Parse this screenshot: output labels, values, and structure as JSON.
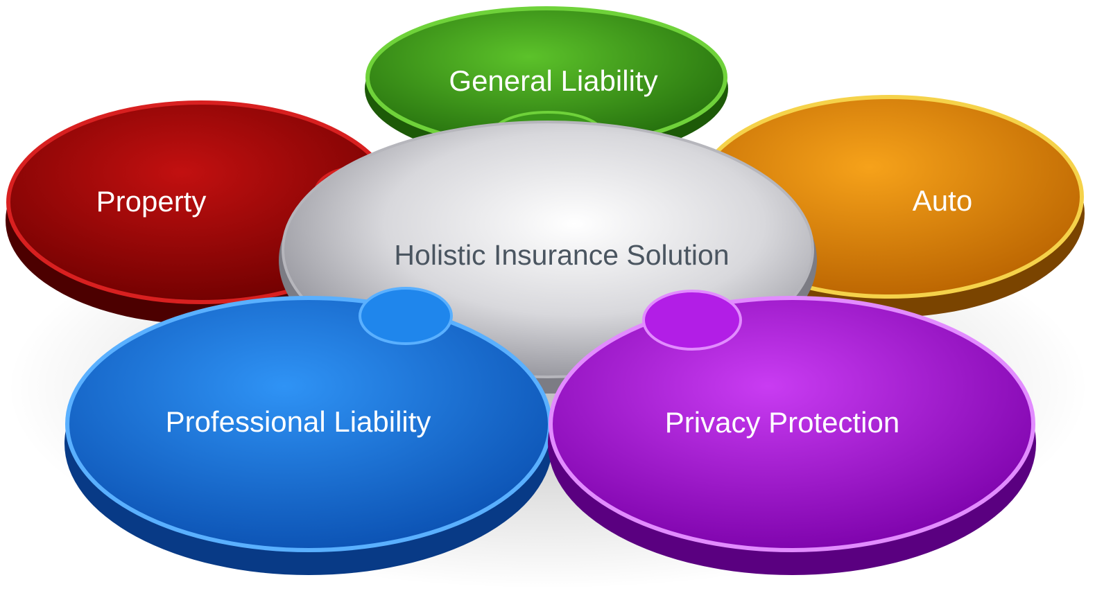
{
  "diagram": {
    "center": {
      "label": "Holistic Insurance Solution",
      "text_color": "#4a5560"
    },
    "pieces": [
      {
        "id": "general-liability",
        "label": "General Liability",
        "color": "#3f9a1c",
        "text_color": "#ffffff"
      },
      {
        "id": "auto",
        "label": "Auto",
        "color": "#e08400",
        "text_color": "#ffffff"
      },
      {
        "id": "privacy-protection",
        "label": "Privacy Protection",
        "color": "#a800d8",
        "text_color": "#ffffff"
      },
      {
        "id": "professional-liability",
        "label": "Professional Liability",
        "color": "#0c6fd8",
        "text_color": "#ffffff"
      },
      {
        "id": "property",
        "label": "Property",
        "color": "#a30000",
        "text_color": "#ffffff"
      }
    ]
  }
}
